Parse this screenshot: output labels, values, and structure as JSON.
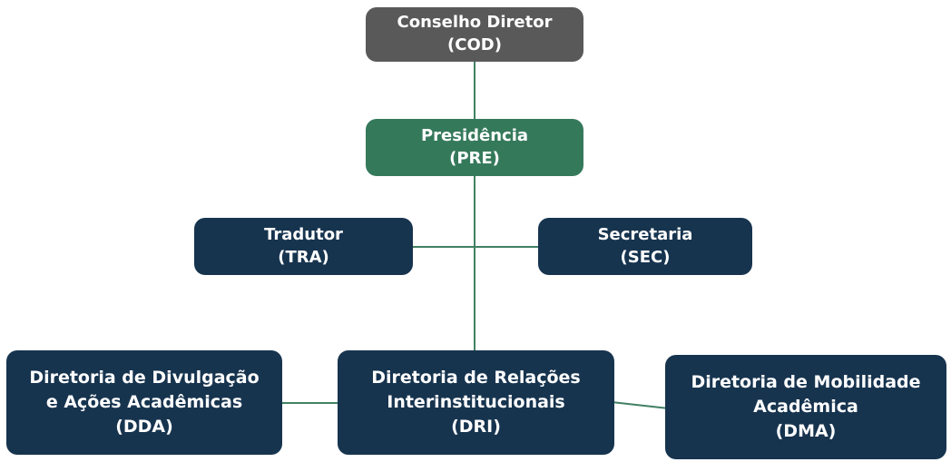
{
  "colors": {
    "cod_box": "#595959",
    "pre_box": "#35795B",
    "navy_box": "#17344F",
    "connector": "#418063",
    "box_text": "#FFFFFF",
    "background": "#FFFFFF"
  },
  "nodes": {
    "cod": {
      "line1": "Conselho Diretor",
      "acronym": "(COD)"
    },
    "pre": {
      "line1": "Presidência",
      "acronym": "(PRE)"
    },
    "tra": {
      "line1": "Tradutor",
      "acronym": "(TRA)"
    },
    "sec": {
      "line1": "Secretaria",
      "acronym": "(SEC)"
    },
    "dda": {
      "line1": "Diretoria de Divulgação",
      "line2": "e Ações Acadêmicas",
      "acronym": "(DDA)"
    },
    "dri": {
      "line1": "Diretoria de Relações",
      "line2": "Interinstitucionais",
      "acronym": "(DRI)"
    },
    "dma": {
      "line1": "Diretoria de Mobilidade",
      "line2": "Acadêmica",
      "acronym": "(DMA)"
    }
  },
  "edges": [
    {
      "from": "COD",
      "to": "PRE"
    },
    {
      "from": "PRE",
      "to": "TRA"
    },
    {
      "from": "PRE",
      "to": "SEC"
    },
    {
      "from": "PRE",
      "to": "DRI"
    },
    {
      "from": "DDA",
      "to": "DRI"
    },
    {
      "from": "DRI",
      "to": "DMA"
    }
  ]
}
